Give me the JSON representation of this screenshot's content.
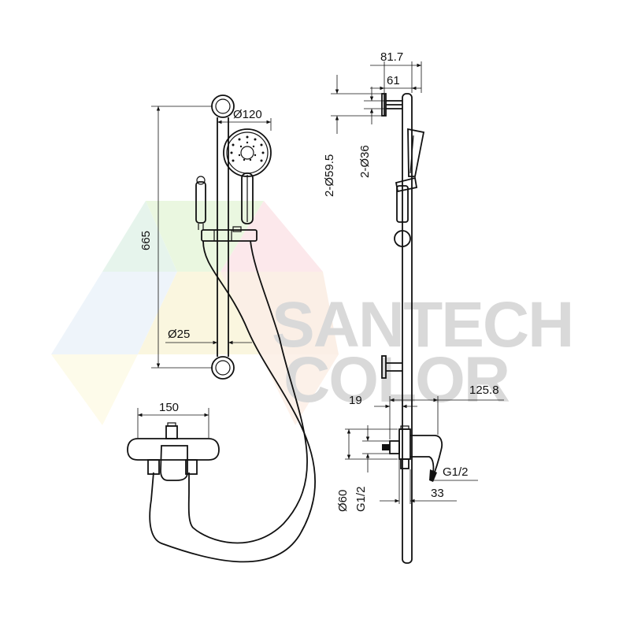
{
  "watermark": {
    "line1": "SANTECH",
    "line2": "COLOR"
  },
  "front_view": {
    "height_dim": "665",
    "rail_dia": "Ø25",
    "head_dia": "Ø120",
    "mixer_width": "150"
  },
  "side_view": {
    "bracket_depth": "81.7",
    "bracket_offset": "61",
    "flange_dia": "2-Ø59.5",
    "tube_dia": "2-Ø36",
    "spout_offset": "19",
    "spout_reach": "125.8",
    "outlet_thread": "G1/2",
    "inlet_depth": "33",
    "escutcheon_dia": "Ø60",
    "inlet_thread": "G1/2"
  },
  "colors": {
    "line": "#111111",
    "watermark": "#d9d9d9",
    "background": "#ffffff"
  }
}
